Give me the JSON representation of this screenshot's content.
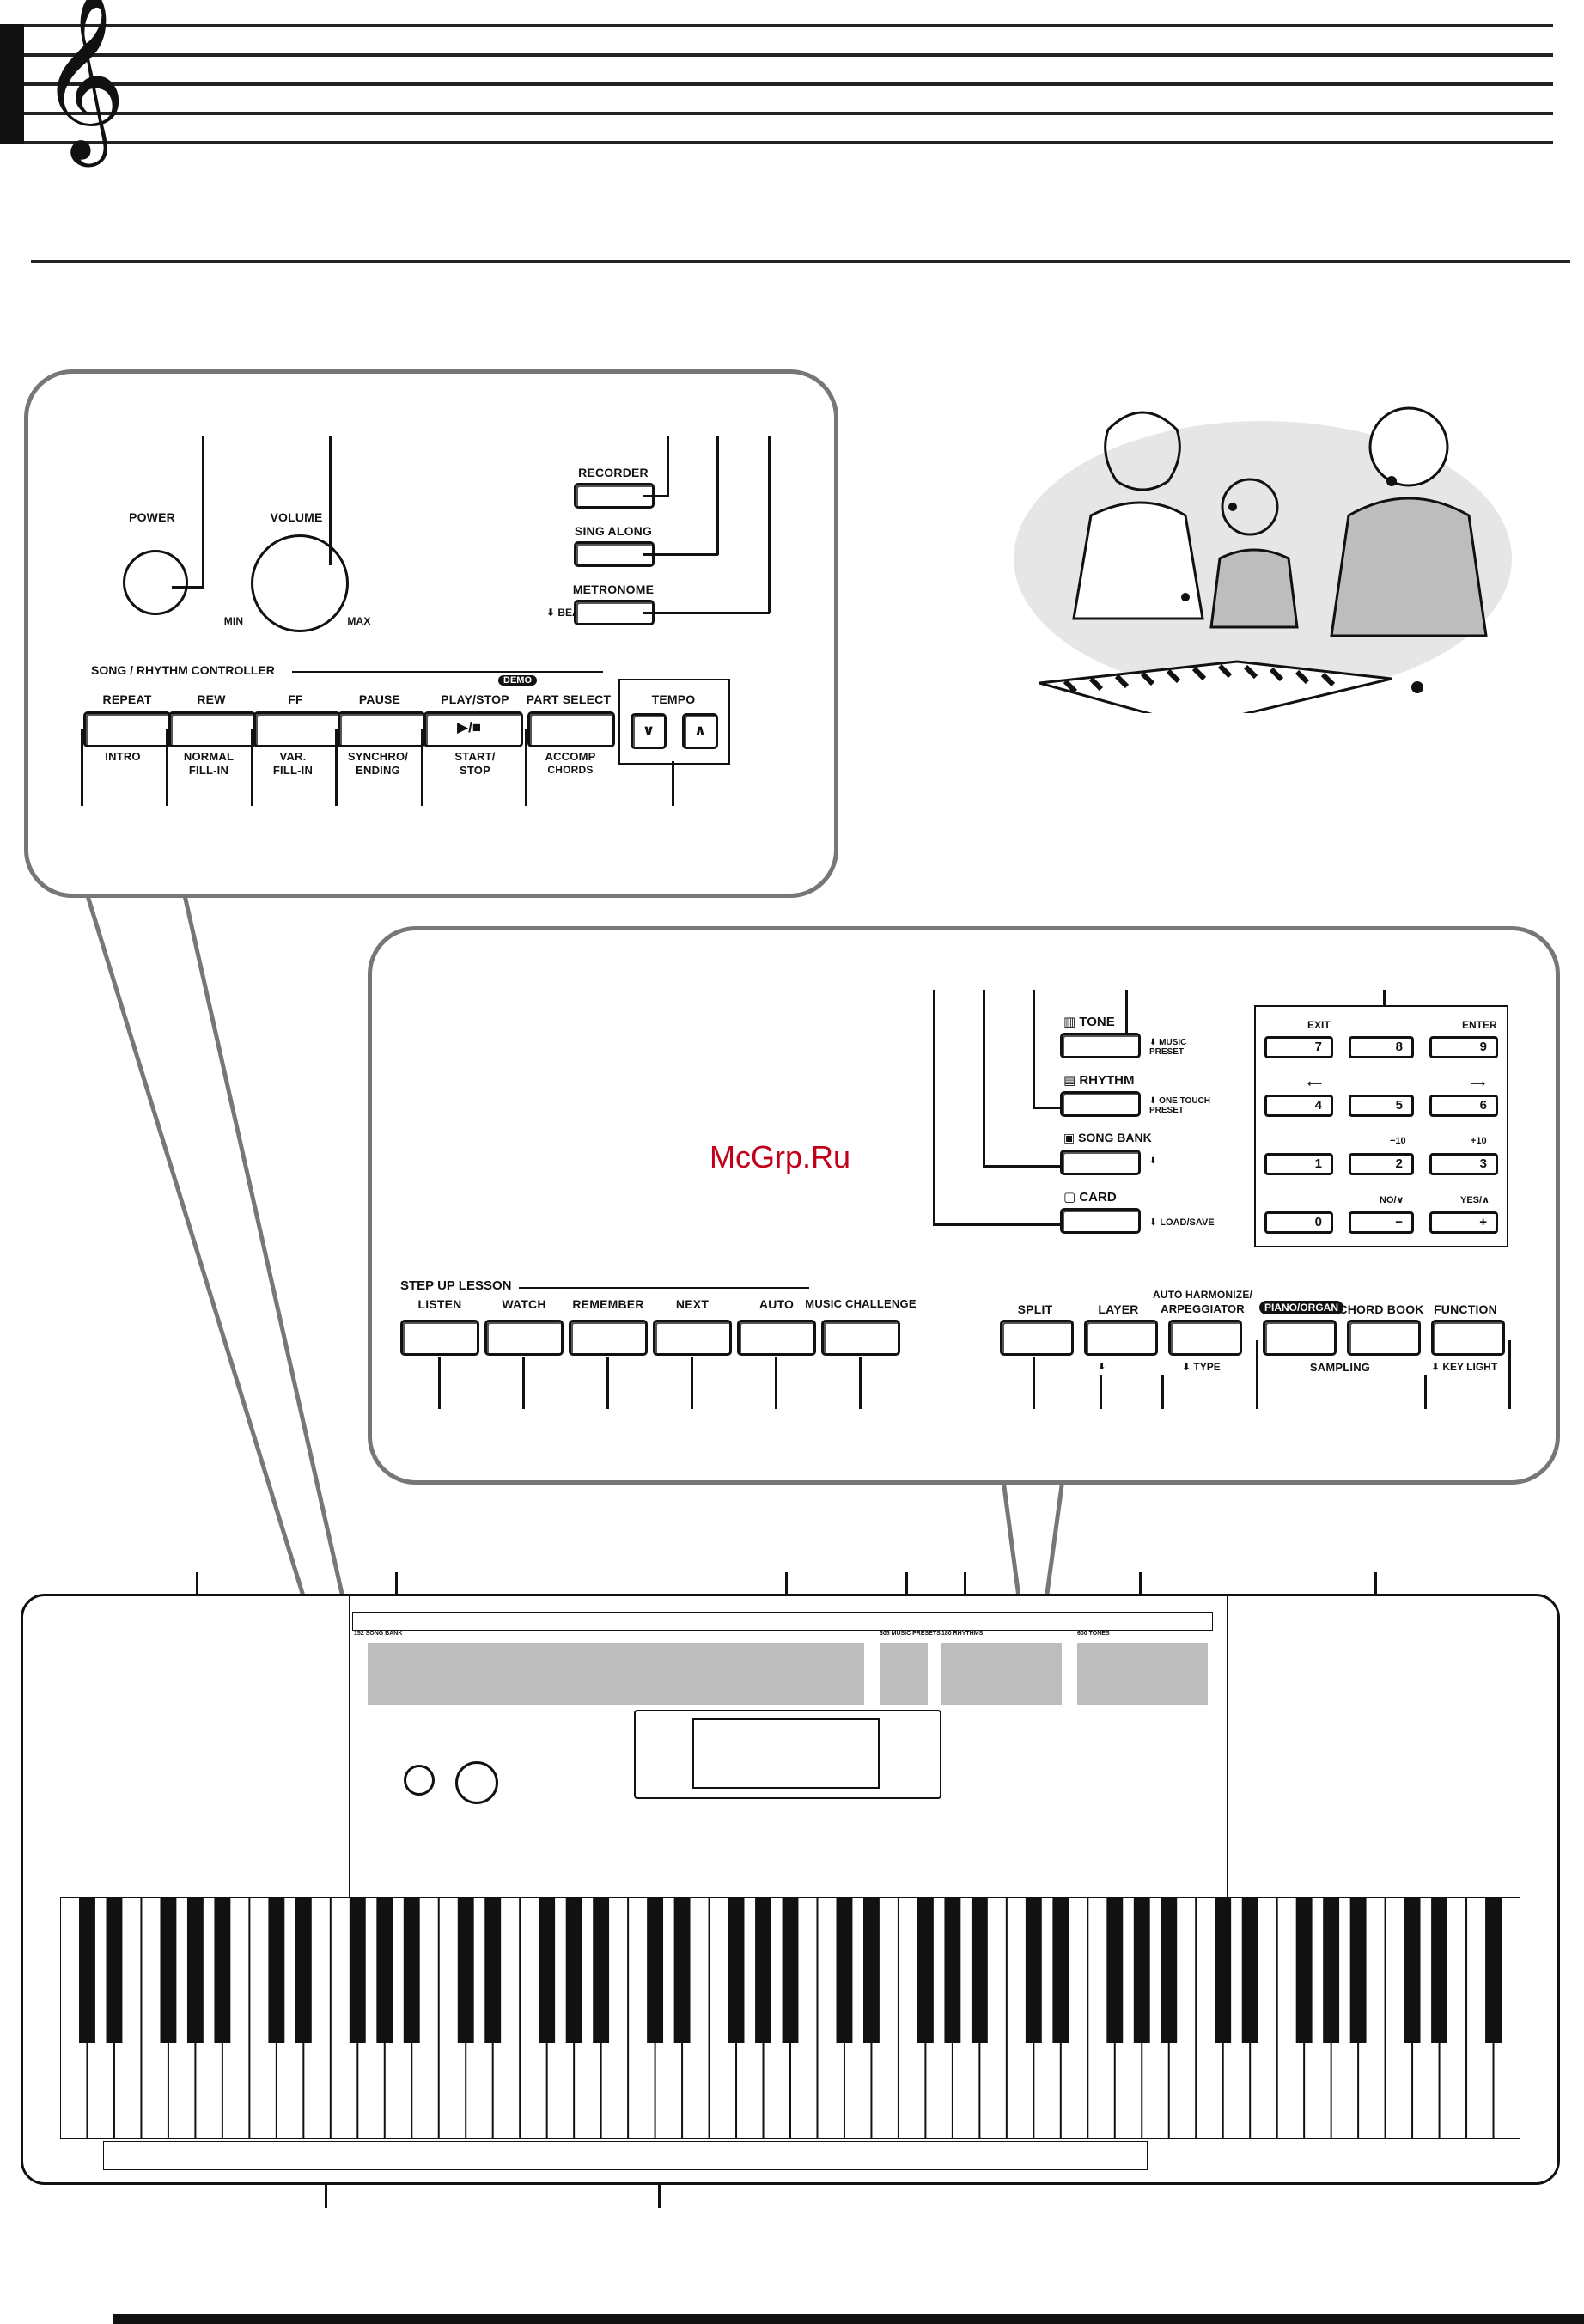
{
  "watermark": "McGrp.Ru",
  "top_panel": {
    "power": "POWER",
    "volume": "VOLUME",
    "min": "MIN",
    "max": "MAX",
    "recorder": "RECORDER",
    "sing_along": "SING ALONG",
    "metronome": "METRONOME",
    "beat": "BEAT",
    "controller": "SONG / RHYTHM CONTROLLER",
    "demo": "DEMO",
    "tempo": "TEMPO",
    "buttons": [
      {
        "top": "REPEAT",
        "bottom1": "INTRO",
        "bottom2": ""
      },
      {
        "top": "REW",
        "bottom1": "NORMAL",
        "bottom2": "FILL-IN"
      },
      {
        "top": "FF",
        "bottom1": "VAR.",
        "bottom2": "FILL-IN"
      },
      {
        "top": "PAUSE",
        "bottom1": "SYNCHRO/",
        "bottom2": "ENDING"
      },
      {
        "top": "PLAY/STOP",
        "bottom1": "START/",
        "bottom2": "STOP"
      },
      {
        "top": "PART SELECT",
        "bottom1": "ACCOMP",
        "bottom2": "CHORDS"
      }
    ]
  },
  "mid_panel": {
    "tone": "TONE",
    "music_preset": [
      "MUSIC",
      "PRESET"
    ],
    "rhythm": "RHYTHM",
    "one_touch": [
      "ONE TOUCH",
      "PRESET"
    ],
    "song_bank": "SONG BANK",
    "card": "CARD",
    "load_save": "LOAD/SAVE",
    "exit": "EXIT",
    "enter": "ENTER",
    "minus10": "−10",
    "plus10": "+10",
    "no": "NO/∨",
    "yes": "YES/∧",
    "numpad": [
      "7",
      "8",
      "9",
      "4",
      "5",
      "6",
      "1",
      "2",
      "3",
      "0",
      "−",
      "+"
    ],
    "step_up": "STEP UP LESSON",
    "lesson_buttons": [
      "LISTEN",
      "WATCH",
      "REMEMBER",
      "NEXT",
      "AUTO",
      "MUSIC CHALLENGE"
    ],
    "split": "SPLIT",
    "layer": "LAYER",
    "auto_harm": [
      "AUTO HARMONIZE/",
      "ARPEGGIATOR"
    ],
    "type": "TYPE",
    "piano_organ": "PIANO/ORGAN",
    "chord_book": "CHORD BOOK",
    "function": "FUNCTION",
    "sampling": "SAMPLING",
    "key_light": "KEY LIGHT"
  },
  "keyboard": {
    "song_bank_label": "152 SONG BANK",
    "music_presets": "305 MUSIC PRESETS",
    "rhythms": "180 RHYTHMS",
    "tones": "600 TONES"
  }
}
